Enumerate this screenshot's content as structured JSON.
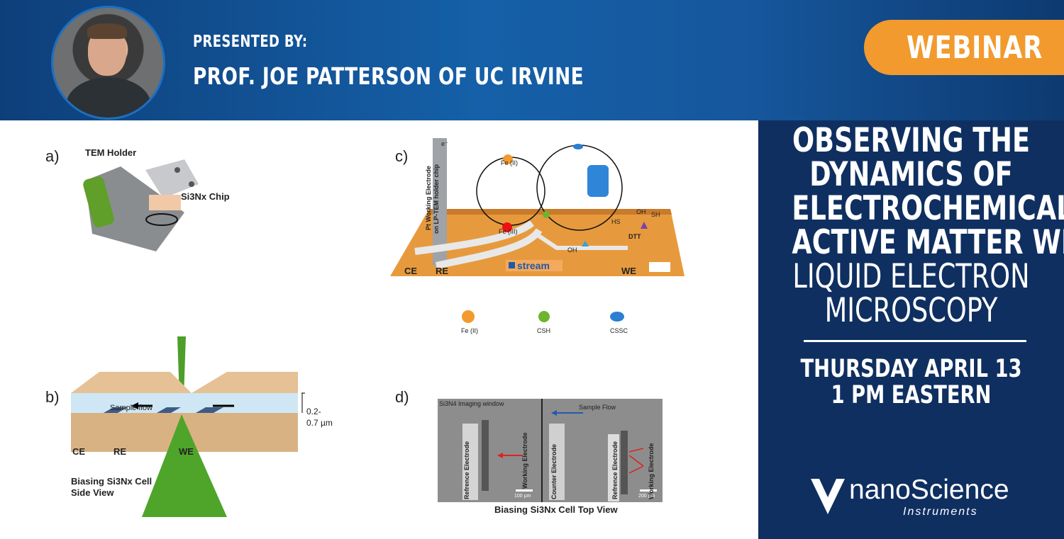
{
  "header": {
    "presented_by": "PRESENTED BY:",
    "presenter": "PROF. JOE PATTERSON OF UC IRVINE",
    "badge": "WEBINAR"
  },
  "side": {
    "title_bold": [
      "OBSERVING THE",
      "DYNAMICS OF",
      "ELECTROCHEMICALLY",
      "ACTIVE MATTER WITH"
    ],
    "title_light": [
      "LIQUID ELECTRON",
      "MICROSCOPY"
    ],
    "date_line1": "THURSDAY APRIL 13",
    "date_line2": "1 PM EASTERN",
    "logo_name": "nanoScience",
    "logo_sub": "Instruments"
  },
  "figure": {
    "panel_a": {
      "letter": "a)",
      "holder": "TEM Holder",
      "chip": "Si3Nx Chip"
    },
    "panel_b": {
      "letter": "b)",
      "thickness_1": "0.2-",
      "thickness_2": "0.7 µm",
      "flow": "Sample flow",
      "ce": "CE",
      "re": "RE",
      "we": "WE",
      "caption_1": "Biasing Si3Nx Cell",
      "caption_2": "Side View"
    },
    "panel_c": {
      "letter": "c)",
      "electron": "e⁻",
      "electrode_label_1": "Pt Working Electrode",
      "electrode_label_2": "on LP-TEM holder chip",
      "fe2": "Fe (II)",
      "fe3": "Fe (III)",
      "hs": "HS",
      "sh": "SH",
      "oh1": "OH",
      "oh2": "OH",
      "dtt": "DTT",
      "ce": "CE",
      "re": "RE",
      "we": "WE",
      "brand": "stream",
      "legend_fe": "Fe (II)",
      "legend_csh": "CSH",
      "legend_cssc": "CSSC"
    },
    "panel_d": {
      "letter": "d)",
      "window": "Si3N4 Imaging window",
      "flow": "Sample Flow",
      "ref1": "Refrence Electrode",
      "work1": "Working Electrode",
      "counter": "Counter Electrode",
      "ref2": "Refrence Electrode",
      "work2": "Working Electrode",
      "scale1": "100 µm",
      "scale2": "200 µm",
      "caption": "Biasing Si3Nx Cell Top View"
    }
  }
}
